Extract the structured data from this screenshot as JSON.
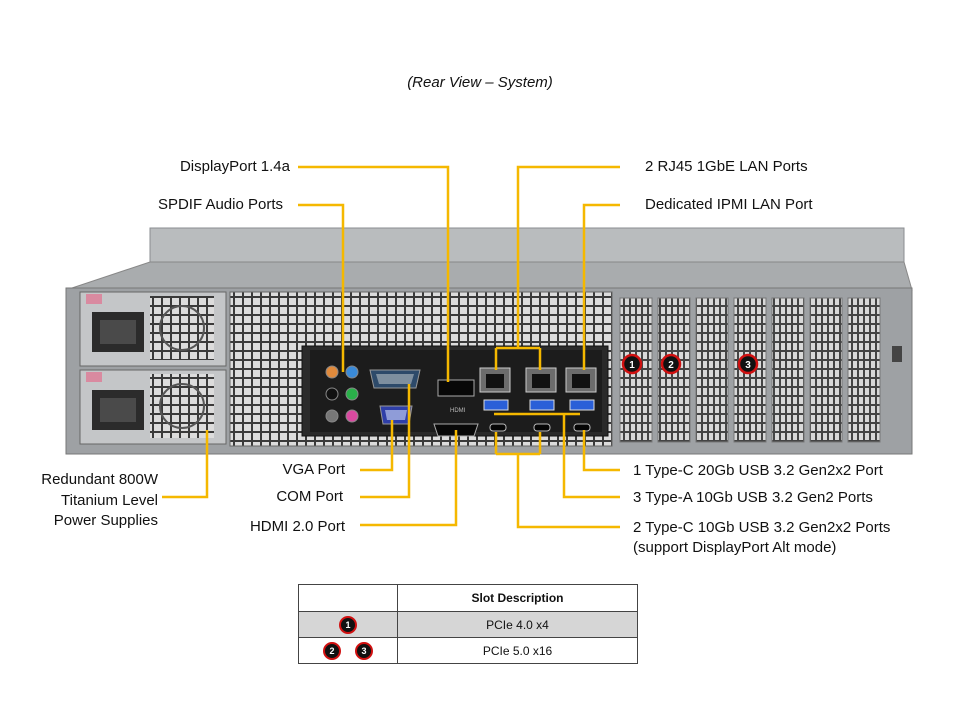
{
  "caption": "(Rear View – System)",
  "labels": {
    "displayport": "DisplayPort 1.4a",
    "spdif": "SPDIF Audio Ports",
    "rj45": "2 RJ45 1GbE LAN Ports",
    "ipmi": "Dedicated IPMI  LAN Port",
    "psu_line1": "Redundant  800W",
    "psu_line2": "Titanium  Level",
    "psu_line3": "Power Supplies",
    "vga": "VGA Port",
    "com": "COM Port",
    "hdmi": "HDMI 2.0 Port",
    "typec_20gb": "1 Type-C  20Gb USB 3.2 Gen2x2  Port",
    "typea_10gb": "3 Type-A  10Gb USB 3.2 Gen2 Ports",
    "typec_10gb_line1": "2 Type-C  10Gb USB 3.2 Gen2x2  Ports",
    "typec_10gb_line2": "(support DisplayPort Alt mode)"
  },
  "slot_badges": [
    "1",
    "2",
    "3"
  ],
  "chassis_print": {
    "hdmi_mark": "HDMI"
  },
  "slot_table": {
    "header": "Slot Description",
    "rows": [
      {
        "badges": [
          "1"
        ],
        "description": "PCIe  4.0 x4"
      },
      {
        "badges": [
          "2",
          "3"
        ],
        "description": "PCIe  5.0 x16"
      }
    ]
  },
  "colors": {
    "callout": "#f5b800",
    "badge_ring": "#d01010",
    "chassis": "#a9acae"
  }
}
